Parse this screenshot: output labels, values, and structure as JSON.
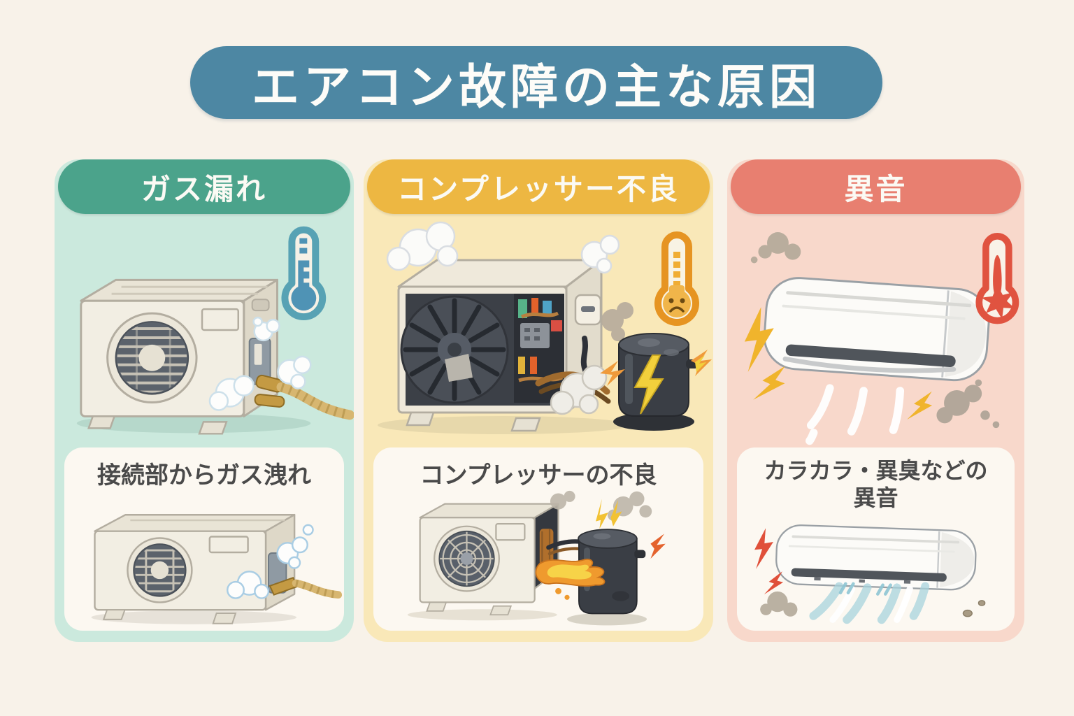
{
  "page": {
    "background_color": "#f8f2e9"
  },
  "title": {
    "text": "エアコン故障の主な原因",
    "banner_color": "#4d87a3",
    "text_color": "#fdfcf8"
  },
  "columns": [
    {
      "id": "gas-leak",
      "header_label": "ガス漏れ",
      "header_color": "#4ba38b",
      "panel_color": "#cbe9dd",
      "caption_lines": [
        "接続部からガス洩れ"
      ],
      "upper_illustration": "outdoor-unit-leaking-gas-with-cold-thermometer",
      "lower_illustration": "outdoor-unit-pipe-connection-gas-leak",
      "thermometer_icon": {
        "style": "cold",
        "color": "#4f93b5"
      }
    },
    {
      "id": "compressor-failure",
      "header_label": "コンプレッサー不良",
      "header_color": "#edb742",
      "panel_color": "#f9e8b8",
      "caption_lines": [
        "コンプレッサーの不良"
      ],
      "upper_illustration": "open-outdoor-unit-smoking-compressor-sparks-sad-thermometer",
      "lower_illustration": "outdoor-unit-with-burning-compressor",
      "thermometer_icon": {
        "style": "sad-face",
        "color": "#e69422"
      }
    },
    {
      "id": "abnormal-noise",
      "header_label": "異音",
      "header_color": "#e87f70",
      "panel_color": "#f8d8cb",
      "caption_lines": [
        "カラカラ・異臭などの",
        "異音"
      ],
      "upper_illustration": "indoor-unit-rattling-with-hot-thermometer",
      "lower_illustration": "indoor-unit-noise-smell-airflow",
      "thermometer_icon": {
        "style": "hot-burst",
        "color": "#e05340"
      }
    }
  ]
}
